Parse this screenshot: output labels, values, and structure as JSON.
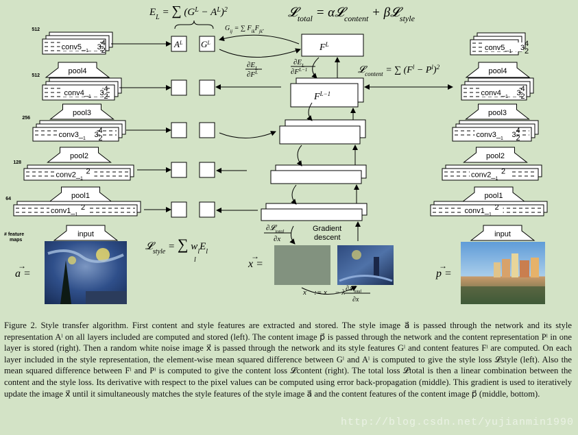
{
  "figure": {
    "labels": {
      "feature_maps": [
        "# feature",
        "maps"
      ],
      "input": "input",
      "gradient_descent": [
        "Gradient",
        "descent"
      ]
    },
    "left_stack": [
      {
        "name": "conv5_",
        "sub": "1",
        "sup": [
          "4",
          "3",
          "2"
        ],
        "count": "512",
        "pool": "pool4"
      },
      {
        "name": "conv4_",
        "sub": "1",
        "sup": [
          "4",
          "3",
          "2"
        ],
        "count": "512",
        "pool": "pool3"
      },
      {
        "name": "conv3_",
        "sub": "1",
        "sup": [
          "4",
          "3",
          "2"
        ],
        "count": "256",
        "pool": "pool2"
      },
      {
        "name": "conv2_",
        "sub": "1",
        "sup": [
          "2"
        ],
        "count": "128",
        "pool": "pool1"
      },
      {
        "name": "conv1_",
        "sub": "1",
        "sup": [
          "2"
        ],
        "count": "64",
        "pool": ""
      }
    ],
    "right_stack": [
      {
        "name": "conv5_",
        "sub": "1",
        "sup": [
          "4",
          "3",
          "2"
        ],
        "pool": "pool4"
      },
      {
        "name": "conv4_",
        "sub": "1",
        "sup": [
          "4",
          "3",
          "2"
        ],
        "pool": "pool3"
      },
      {
        "name": "conv3_",
        "sub": "1",
        "sup": [
          "4",
          "3",
          "2"
        ],
        "pool": "pool2"
      },
      {
        "name": "conv2_",
        "sub": "1",
        "sup": [
          "2"
        ],
        "pool": "pool1"
      },
      {
        "name": "conv1_",
        "sub": "1",
        "sup": [
          "2"
        ],
        "pool": ""
      }
    ],
    "top_squares": [
      "A",
      "G"
    ],
    "top_sup": "L",
    "mid_labels": {
      "FL": "F",
      "FLsup": "L",
      "FL1": "F",
      "FL1sup": "L−1"
    },
    "equations": {
      "EL": "E_L = Σ (G^L − A^L)²",
      "total": "L_total = α L_content + β L_style",
      "gram": "G^L_ij = Σ_k F^L_ik F^L_jk",
      "dEdF": "∂E_L / ∂F^L",
      "dEdF1": "∂E_L / ∂F^{L−1}",
      "content": "L_content = Σ (F^l − P^l)²",
      "style": "L_style = Σ_l w_l E_l",
      "dLdx": "∂L_total / ∂x",
      "update": "x := x − λ ∂L_total / ∂x"
    },
    "image_labels": {
      "a": "a",
      "x": "x",
      "p": "p",
      "eq": "="
    }
  },
  "caption": {
    "text": "Figure 2. Style transfer algorithm. First content and style features are extracted and stored. The style image a⃗ is passed through the network and its style representation Aˡ on all layers included are computed and stored (left). The content image p⃗ is passed through the network and the content representation Pˡ in one layer is stored (right). Then a random white noise image x⃗ is passed through the network and its style features Gˡ and content features Fˡ are computed. On each layer included in the style representation, the element-wise mean squared difference between Gˡ and Aˡ is computed to give the style loss 𝓛style (left). Also the mean squared difference between Fˡ and Pˡ is computed to give the content loss 𝓛content (right). The total loss 𝓛total is then a linear combination between the content and the style loss. Its derivative with respect to the pixel values can be computed using error back-propagation (middle). This gradient is used to iteratively update the image x⃗ until it simultaneously matches the style features of the style image a⃗ and the content features of the content image p⃗ (middle, bottom)."
  },
  "watermark": "http://blog.csdn.net/yujianmin1990"
}
